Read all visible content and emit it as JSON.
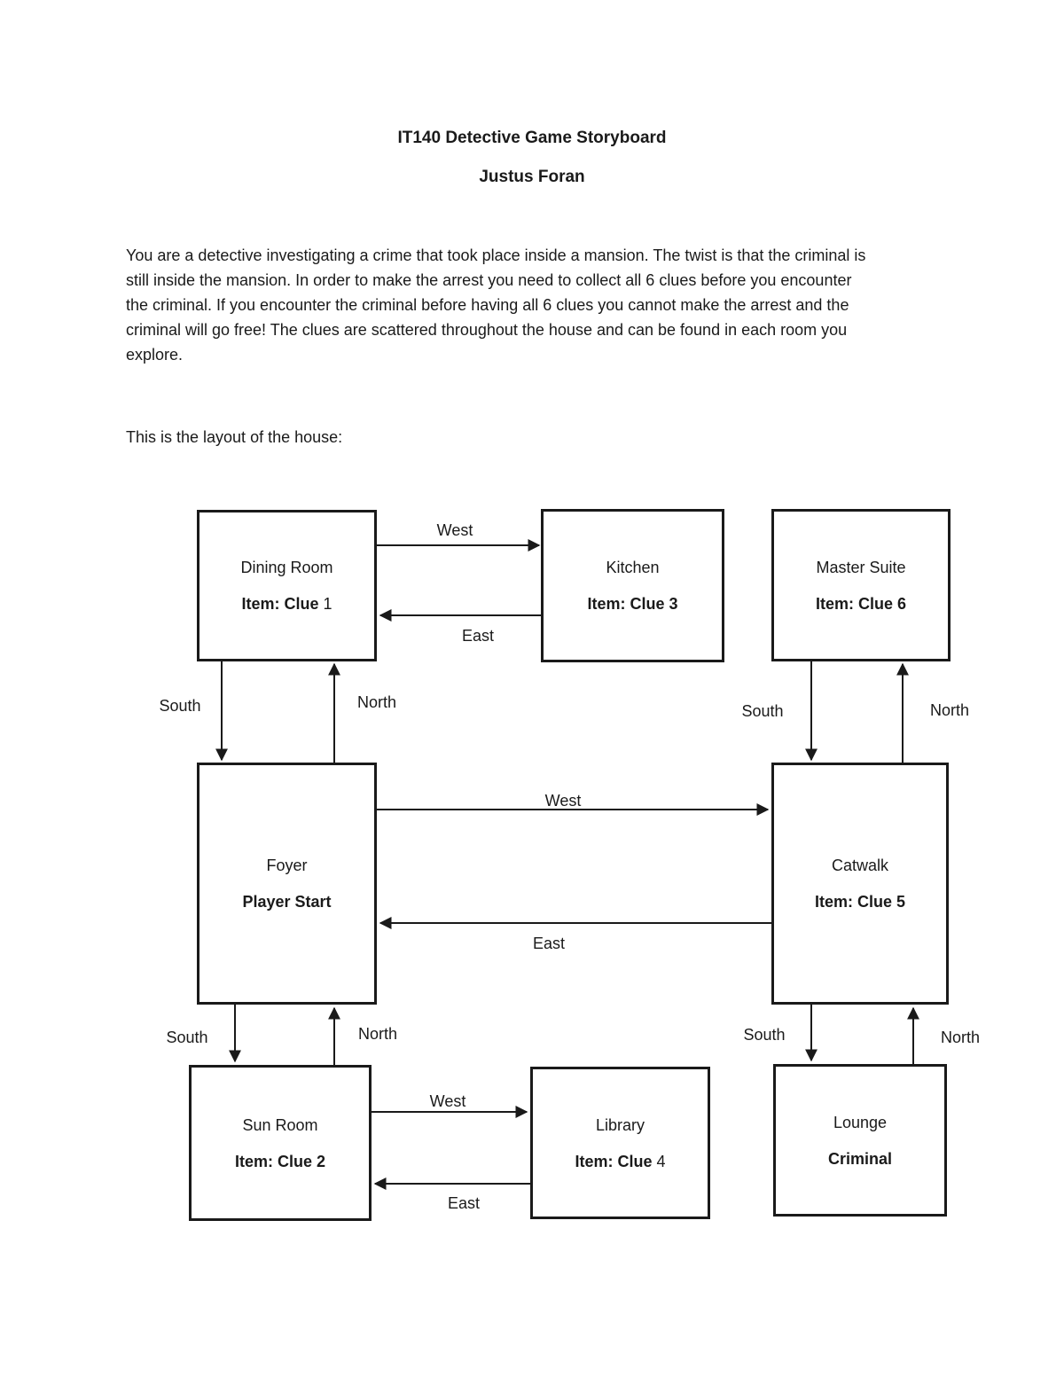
{
  "page": {
    "title": "IT140 Detective Game Storyboard",
    "author": "Justus Foran",
    "intro_lines": [
      "You are a detective investigating a crime that took place inside a mansion. The twist is that the criminal is",
      "still inside the mansion. In order to make the arrest you need to collect all 6 clues before you encounter",
      "the criminal. If you encounter the criminal before having all 6 clues you cannot make the arrest and the",
      "criminal will go free! The clues are scattered throughout the house and can be found in each room you",
      "explore."
    ],
    "layout_caption": "This is the layout of the house:"
  },
  "diagram": {
    "rooms": [
      {
        "id": "dining-room",
        "name": "Dining Room",
        "item_bold": "Item: Clue",
        "item_rest": " 1"
      },
      {
        "id": "kitchen",
        "name": "Kitchen",
        "item_bold": "Item: Clue 3",
        "item_rest": ""
      },
      {
        "id": "master-suite",
        "name": "Master Suite",
        "item_bold": "Item: Clue 6",
        "item_rest": ""
      },
      {
        "id": "foyer",
        "name": "Foyer",
        "item_bold": "Player Start",
        "item_rest": ""
      },
      {
        "id": "catwalk",
        "name": "Catwalk",
        "item_bold": "Item: Clue 5",
        "item_rest": ""
      },
      {
        "id": "sun-room",
        "name": "Sun Room",
        "item_bold": "Item: Clue 2",
        "item_rest": ""
      },
      {
        "id": "library",
        "name": "Library",
        "item_bold": "Item: Clue",
        "item_rest": " 4"
      },
      {
        "id": "lounge",
        "name": "Lounge",
        "item_bold": "Criminal",
        "item_rest": ""
      }
    ],
    "edges": [
      {
        "from": "dining-room",
        "to": "kitchen",
        "label": "West"
      },
      {
        "from": "kitchen",
        "to": "dining-room",
        "label": "East"
      },
      {
        "from": "dining-room",
        "to": "foyer",
        "label": "South"
      },
      {
        "from": "foyer",
        "to": "dining-room",
        "label": "North"
      },
      {
        "from": "foyer",
        "to": "catwalk",
        "label": "West"
      },
      {
        "from": "catwalk",
        "to": "foyer",
        "label": "East"
      },
      {
        "from": "master-suite",
        "to": "catwalk",
        "label": "South"
      },
      {
        "from": "catwalk",
        "to": "master-suite",
        "label": "North"
      },
      {
        "from": "foyer",
        "to": "sun-room",
        "label": "South"
      },
      {
        "from": "sun-room",
        "to": "foyer",
        "label": "North"
      },
      {
        "from": "sun-room",
        "to": "library",
        "label": "West"
      },
      {
        "from": "library",
        "to": "sun-room",
        "label": "East"
      },
      {
        "from": "catwalk",
        "to": "lounge",
        "label": "South"
      },
      {
        "from": "lounge",
        "to": "catwalk",
        "label": "North"
      }
    ]
  },
  "colors": {
    "ink": "#1a1a1a",
    "background": "#ffffff"
  }
}
